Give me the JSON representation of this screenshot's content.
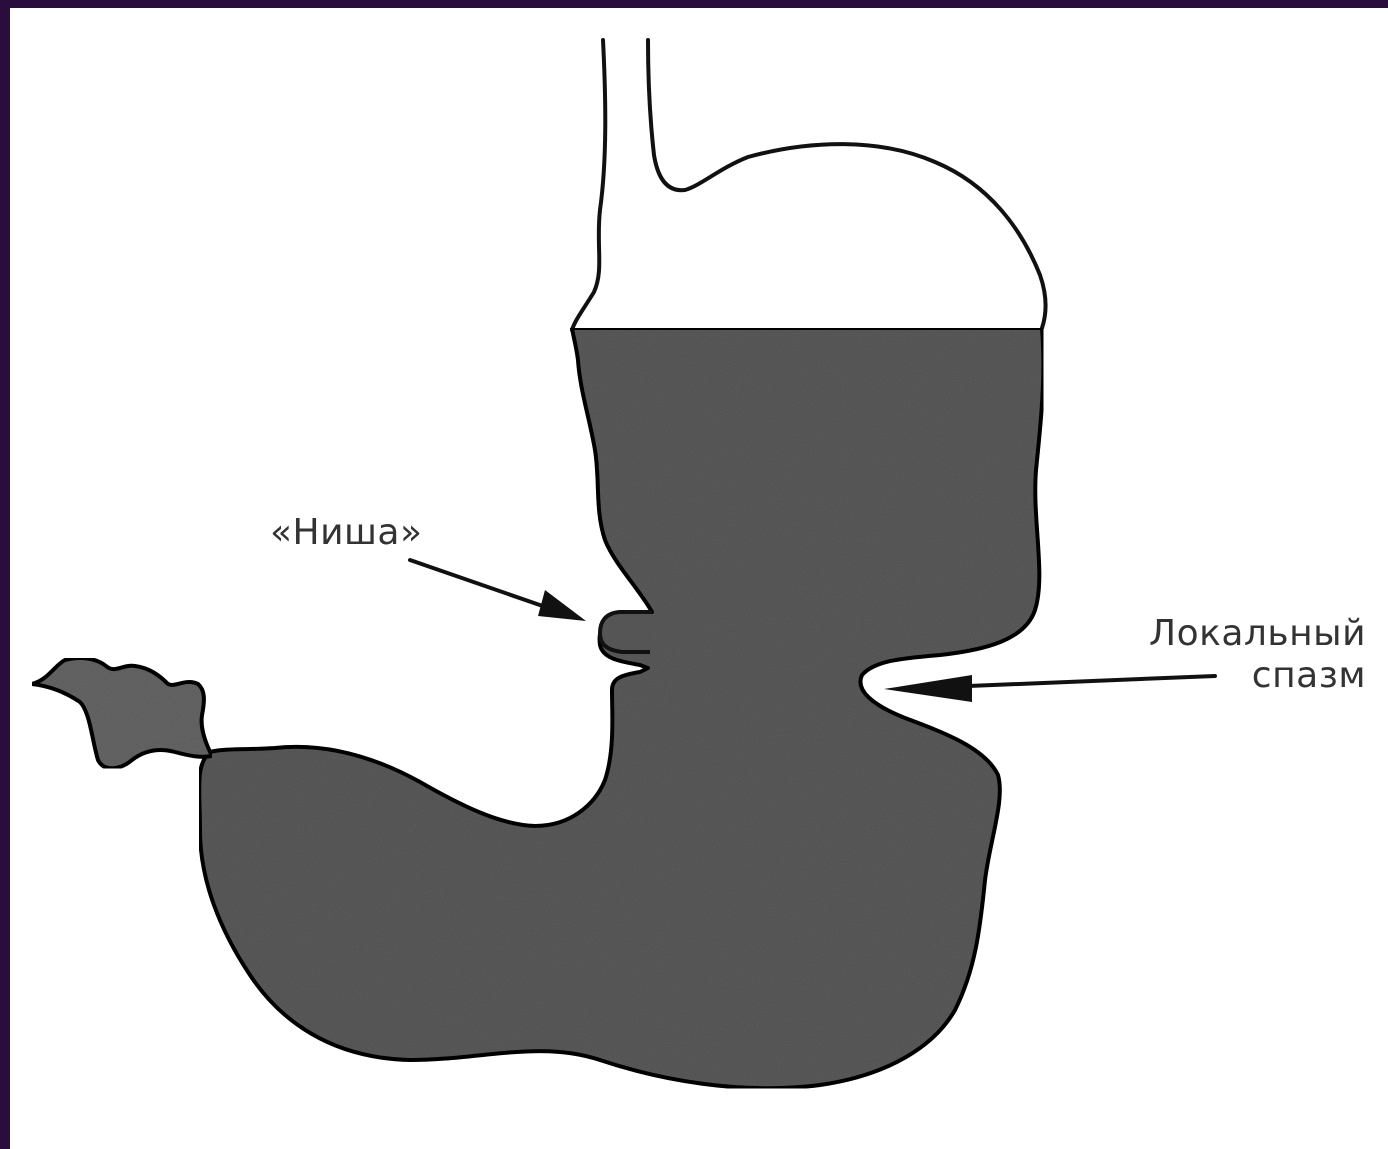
{
  "labels": {
    "niche": "«Ниша»",
    "spasm_line1": "Локальный",
    "spasm_line2": "спазм"
  },
  "colors": {
    "frame_border": "#2a0d3d",
    "background": "#ffffff",
    "contrast_fill": "#5f5f5f",
    "outline": "#111111",
    "label_text": "#333333"
  }
}
